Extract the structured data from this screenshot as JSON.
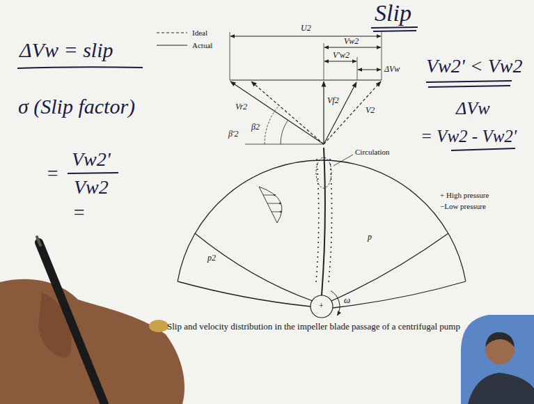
{
  "diagram": {
    "title": "Slip",
    "caption": "Slip and velocity distribution in the impeller blade passage of a centrifugal pump",
    "labels": [
      "ΔVw = slip",
      "σ (Slip factor)",
      "=",
      "Vw2'",
      "Vw2",
      "=",
      "U2",
      "Vw2",
      "V'w2",
      "ΔVw",
      "Vr2",
      "Vf2",
      "V2",
      "β2",
      "β'2",
      "Circulation",
      "+ High pressure",
      "−Low pressure",
      "p",
      "p2",
      "+",
      "ω",
      "Vw2' < Vw2",
      "ΔVw",
      "= Vw2 - Vw2'"
    ],
    "legend": [
      {
        "text": "Ideal"
      },
      {
        "text": "Actual"
      }
    ]
  }
}
